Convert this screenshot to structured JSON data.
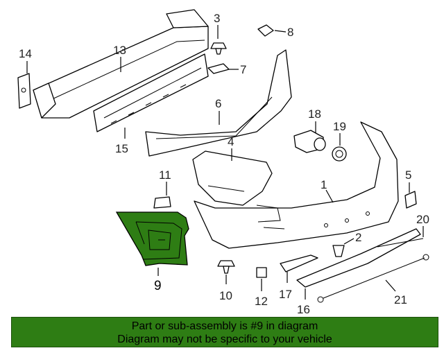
{
  "callouts": {
    "c1": "1",
    "c2": "2",
    "c3": "3",
    "c4": "4",
    "c5": "5",
    "c6": "6",
    "c7": "7",
    "c8": "8",
    "c9": "9",
    "c10": "10",
    "c11": "11",
    "c12": "12",
    "c13": "13",
    "c14": "14",
    "c15": "15",
    "c16": "16",
    "c17": "17",
    "c18": "18",
    "c19": "19",
    "c20": "20",
    "c21": "21"
  },
  "highlight_color": "#2e7d14",
  "banner": {
    "line1": "Part or sub-assembly is #9 in diagram",
    "line2": "Diagram may not be specific to your vehicle"
  }
}
